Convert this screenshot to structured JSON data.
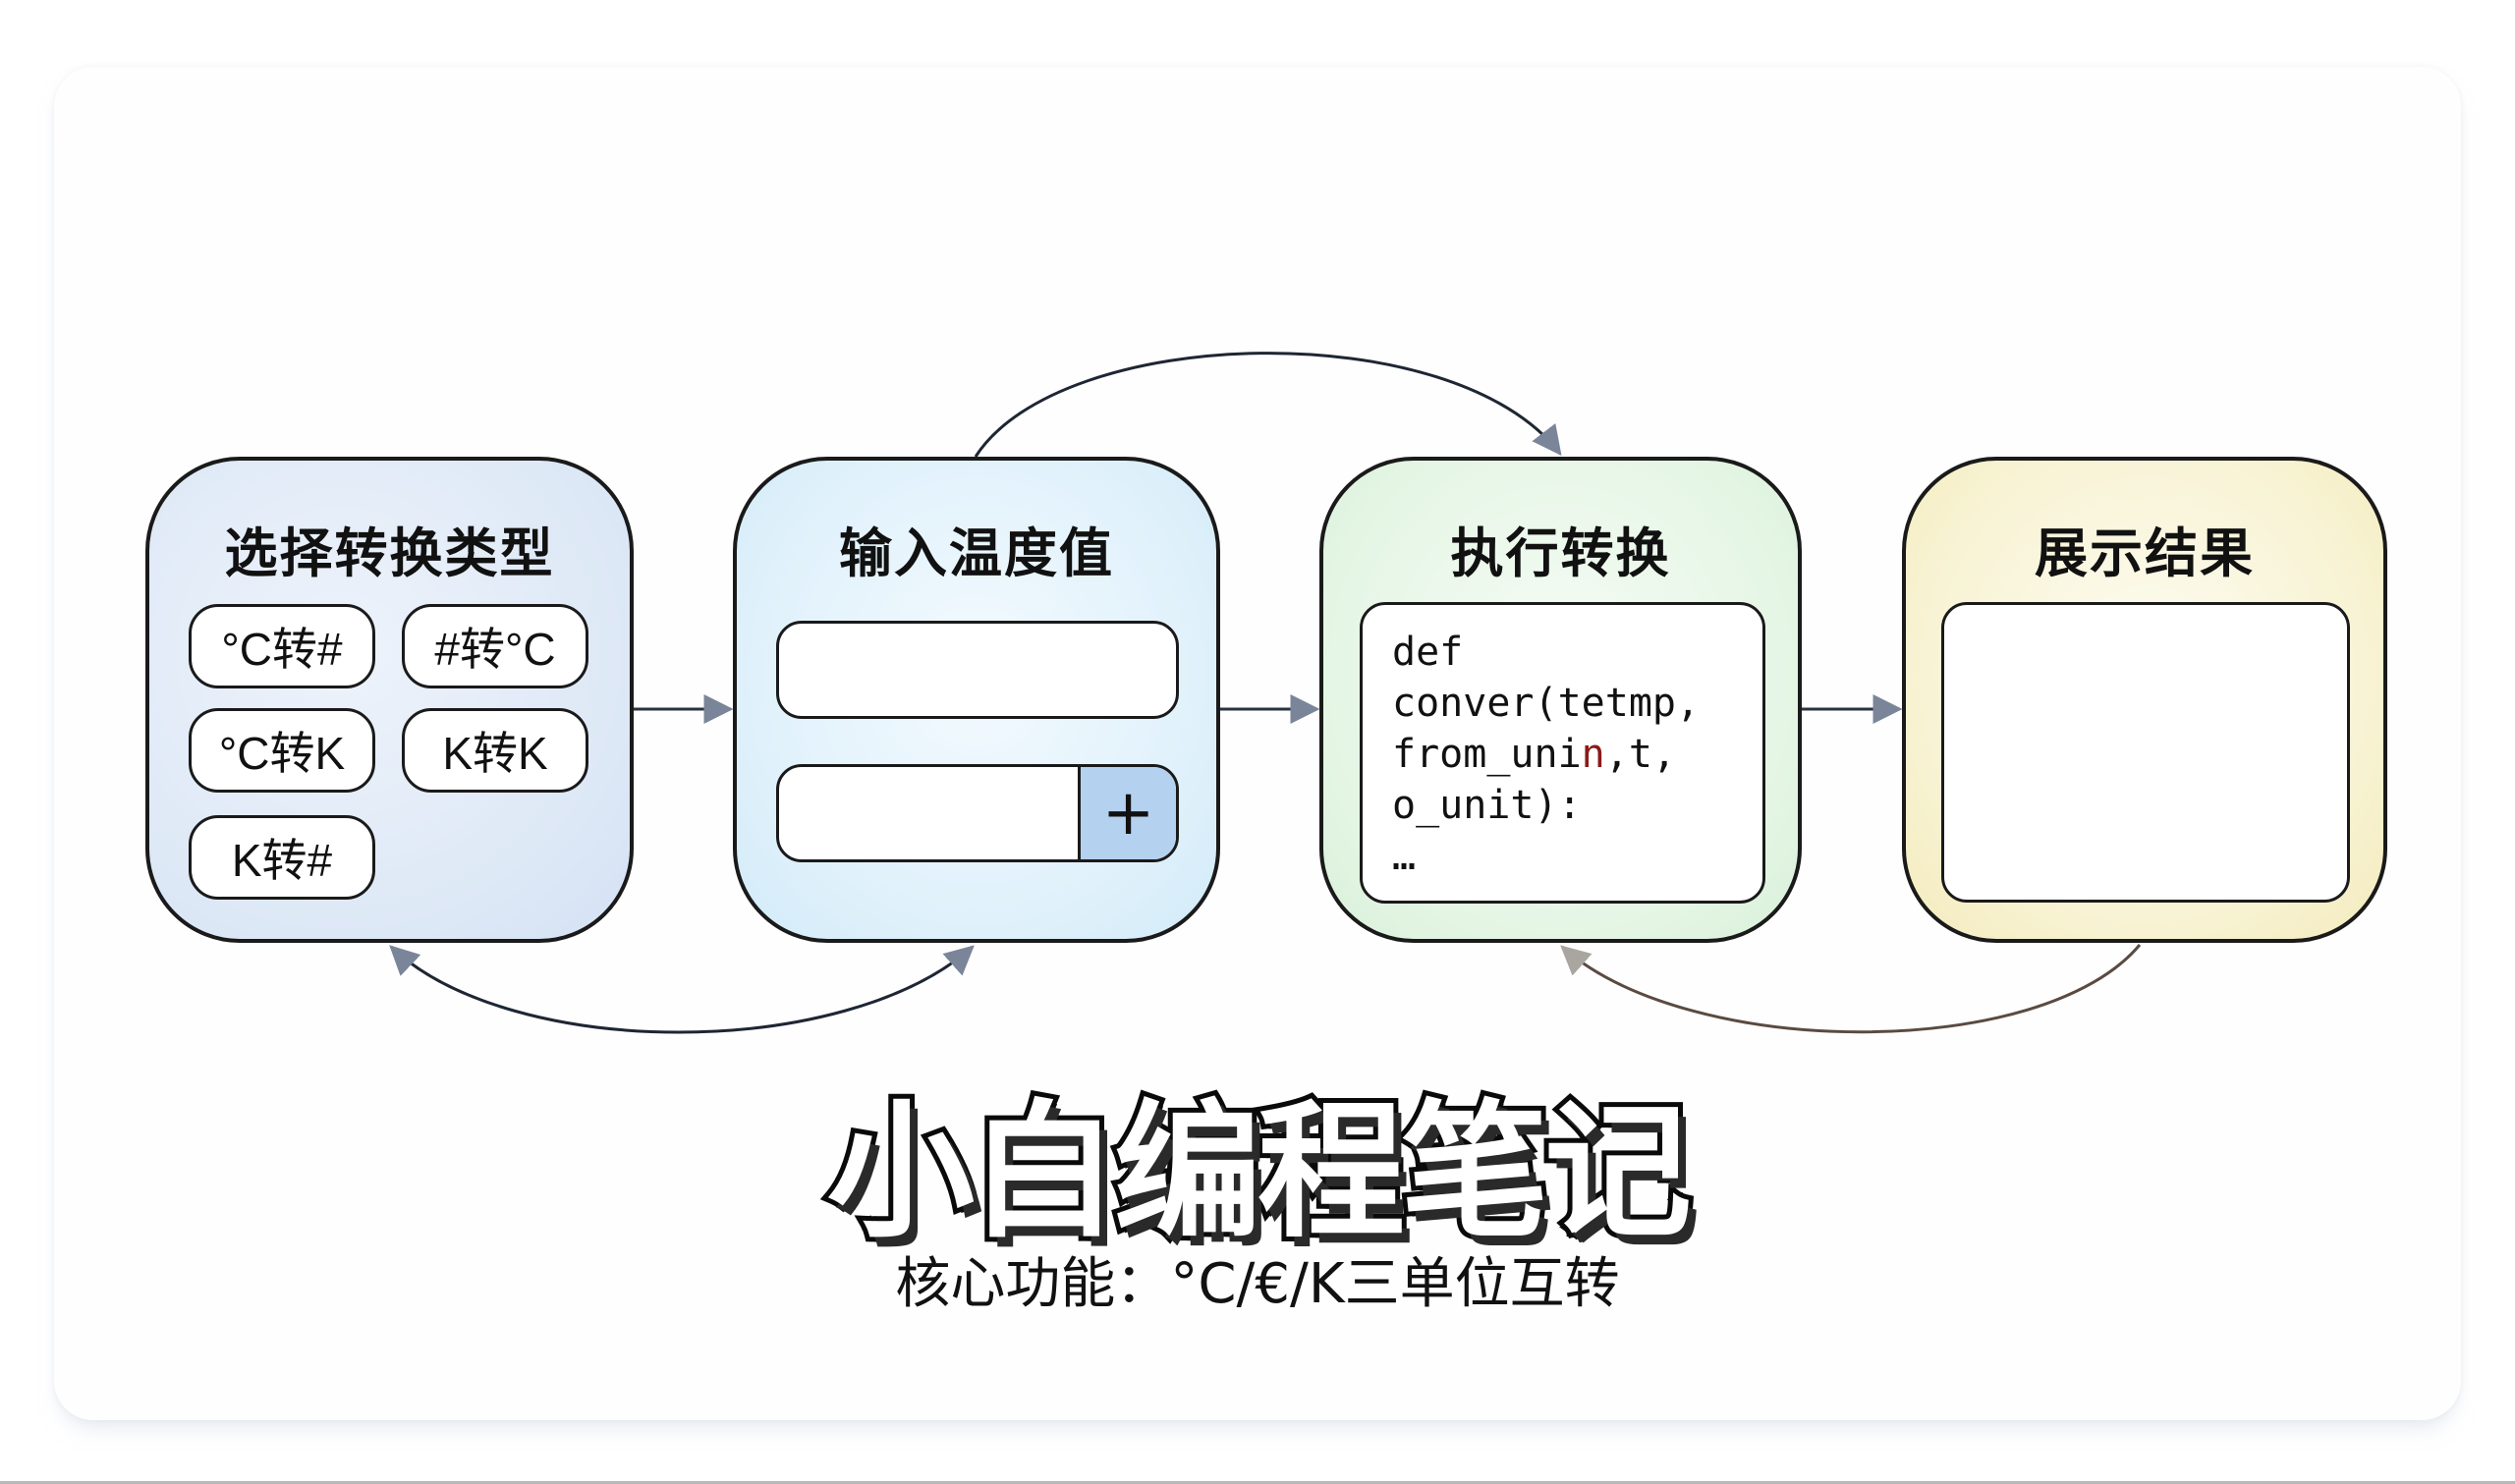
{
  "cards": [
    {
      "title": "选择转换类型",
      "color": "#dde8f6",
      "options": [
        "°C转#",
        "#转°C",
        "°C转K",
        "K转K",
        "K转#"
      ]
    },
    {
      "title": "输入温度值",
      "color": "#e0f1fb",
      "field1": {
        "value": "",
        "placeholder": ""
      },
      "field2": {
        "value": "",
        "placeholder": ""
      },
      "plus_button": "+",
      "plus_button_color": "#b4d1ef"
    },
    {
      "title": "执行转换",
      "color": "#e6f6e6",
      "code": {
        "line1": "def",
        "line2": "conver(tetmp,",
        "line3_a": "from_uni",
        "line3_b": "n",
        "line3_c": ",t,",
        "line4": "o_unit):",
        "line5": "…"
      }
    },
    {
      "title": "展示结果",
      "color": "#f8f3d4",
      "result": ""
    }
  ],
  "arrow_color": "#7a8599",
  "title": "小白编程笔记",
  "subtitle": "核心功能：°C/€/K三单位互转"
}
